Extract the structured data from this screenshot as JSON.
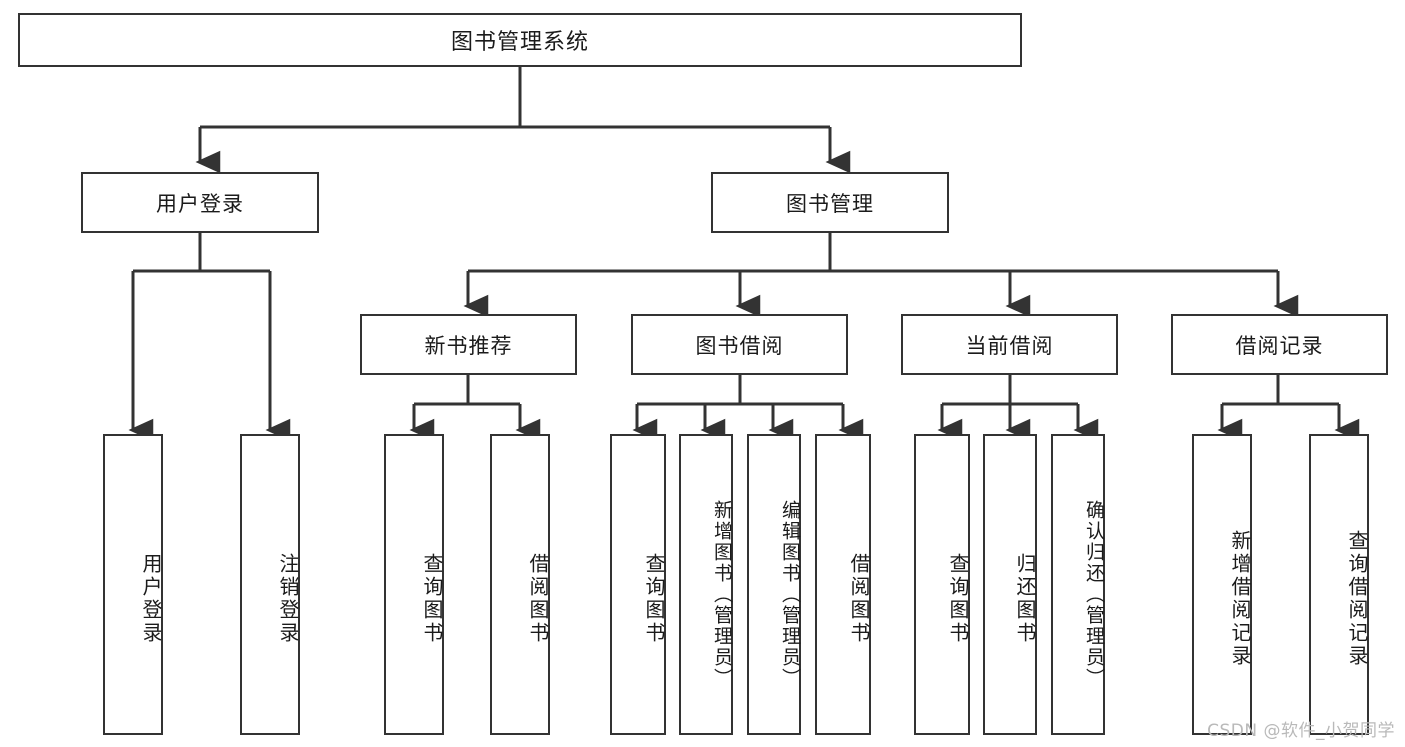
{
  "diagram": {
    "title": "图书管理系统",
    "type": "hierarchy-tree",
    "root": {
      "label": "图书管理系统"
    },
    "level2": [
      {
        "id": "user-login",
        "label": "用户登录"
      },
      {
        "id": "book-manage",
        "label": "图书管理"
      }
    ],
    "level3": [
      {
        "id": "new-book-recommend",
        "label": "新书推荐",
        "parent": "book-manage"
      },
      {
        "id": "book-borrow",
        "label": "图书借阅",
        "parent": "book-manage"
      },
      {
        "id": "current-borrow",
        "label": "当前借阅",
        "parent": "book-manage"
      },
      {
        "id": "borrow-record",
        "label": "借阅记录",
        "parent": "book-manage"
      }
    ],
    "leaves": {
      "user_login": [
        {
          "id": "leaf-user-login",
          "label": "用户登录"
        },
        {
          "id": "leaf-logout",
          "label": "注销登录"
        }
      ],
      "new_book_recommend": [
        {
          "id": "leaf-query-book-1",
          "label": "查询图书"
        },
        {
          "id": "leaf-borrow-book-1",
          "label": "借阅图书"
        }
      ],
      "book_borrow": [
        {
          "id": "leaf-query-book-2",
          "label": "查询图书"
        },
        {
          "id": "leaf-add-book",
          "label": "新增图书（管理员）"
        },
        {
          "id": "leaf-edit-book",
          "label": "编辑图书（管理员）"
        },
        {
          "id": "leaf-borrow-book-2",
          "label": "借阅图书"
        }
      ],
      "current_borrow": [
        {
          "id": "leaf-query-book-3",
          "label": "查询图书"
        },
        {
          "id": "leaf-return-book",
          "label": "归还图书"
        },
        {
          "id": "leaf-confirm-return",
          "label": "确认归还（管理员）"
        }
      ],
      "borrow_record": [
        {
          "id": "leaf-add-record",
          "label": "新增借阅记录"
        },
        {
          "id": "leaf-query-record",
          "label": "查询借阅记录"
        }
      ]
    },
    "colors": {
      "stroke": "#333333",
      "background": "#ffffff",
      "text": "#1b1b1b",
      "watermark": "#b9b9b9"
    }
  },
  "watermark": {
    "text": "CSDN @软件_小贺同学"
  }
}
